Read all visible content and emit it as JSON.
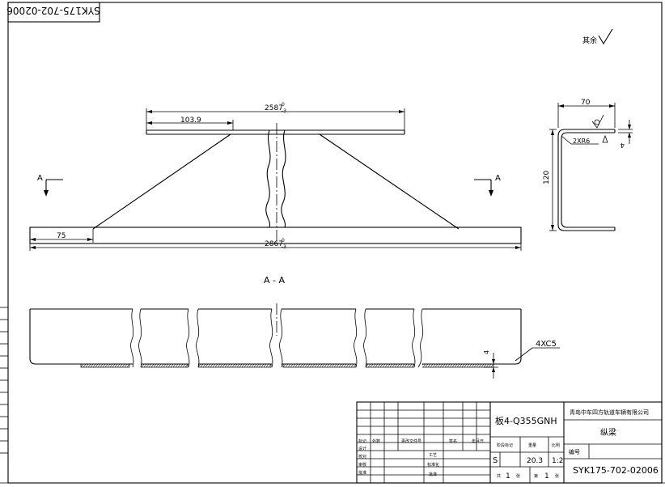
{
  "drawing": {
    "corner_code_mirrored": "SYK175-702-02006",
    "roughness_symbol_label": "其余",
    "section_label": "A - A",
    "section_marker_left": "A",
    "section_marker_right": "A",
    "dim_top_total": "2587",
    "dim_top_total_tol_upper": "0",
    "dim_top_total_tol_lower": "-3",
    "dim_top_offset": "103.9",
    "dim_bottom_total": "2867",
    "dim_bottom_total_tol_upper": "0",
    "dim_bottom_total_tol_lower": "-3",
    "dim_bottom_offset": "75",
    "side_width": "70",
    "side_height": "120",
    "side_bend": "2XR6",
    "side_thickness": "4",
    "chamfer_note": "4XC5",
    "lower_thickness": "4"
  },
  "title_block": {
    "material": "板4-Q355GNH",
    "company": "青岛中车四方轨道车辆有限公司",
    "part_name": "纵梁",
    "drawing_no": "SYK175-702-02006",
    "stage_mark": "S",
    "weight": "20.3",
    "scale": "1:2",
    "drawing_no_label": "编号",
    "col_stage": "阶段标记",
    "col_weight": "重量",
    "col_scale": "比例",
    "sheet_total_label": "共",
    "sheet_total": "1",
    "sheet_unit": "张",
    "sheet_no_label": "第",
    "sheet_no": "1",
    "sheet_unit2": "张",
    "row_mark": "标记",
    "row_count": "处数",
    "row_doc": "更改文件号",
    "row_sign": "签名",
    "row_date": "年月日",
    "row_design": "设计",
    "row_check": "校对",
    "row_review": "审核",
    "row_approve": "批准",
    "row_std": "标准化",
    "row_process": "工艺",
    "row_agree": "批准"
  }
}
